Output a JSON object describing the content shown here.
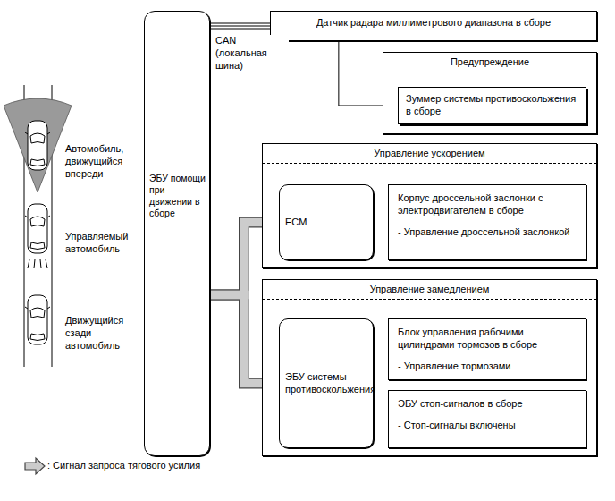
{
  "diagram": {
    "nodes": [
      {
        "text": [
          "Датчик радара миллиметрового диапазона в сборе"
        ]
      },
      {
        "text": [
          "Предупреждение"
        ]
      },
      {
        "text": [
          "Зуммер системы противоскольжения в сборе"
        ],
        "in": 1
      },
      {
        "text": [
          "ЭБУ помощи при движении в сборе"
        ]
      },
      {
        "text": [
          "Управление ускорением"
        ]
      },
      {
        "text": [
          "ECM"
        ],
        "in": 4
      },
      {
        "text": [
          "Корпус дроссельной заслонки с электродвигателем в сборе",
          "- Управление дроссельной заслонкой"
        ],
        "in": 4
      },
      {
        "text": [
          "Управление замедлением"
        ]
      },
      {
        "text": [
          "ЭБУ системы противоскольжения"
        ],
        "in": 7
      },
      {
        "text": [
          "Блок управления рабочими цилиндрами тормозов в сборе",
          "- Управление тормозами"
        ],
        "in": 7
      },
      {
        "text": [
          "ЭБУ стоп-сигналов в сборе",
          "- Стоп-сигналы включены"
        ],
        "in": 7
      }
    ],
    "edges": [
      {
        "from": 3,
        "to": 0,
        "arrow": "none",
        "label": "CAN (локальная шина)"
      },
      {
        "from": 0,
        "to": 2,
        "arrow": "to"
      },
      {
        "from": 3,
        "to": 5,
        "arrow": "to"
      },
      {
        "from": 3,
        "to": 8,
        "arrow": "to"
      },
      {
        "from": 5,
        "to": 6,
        "arrow": "to"
      },
      {
        "from": 8,
        "to": 9,
        "arrow": "to"
      },
      {
        "from": 8,
        "to": 10,
        "arrow": "to"
      }
    ],
    "labels": [
      "Автомобиль, движущийся впереди",
      "Управляемый автомобиль",
      "Движущийся сзади автомобиль"
    ],
    "legend": [
      {
        "text": ": Сигнал запроса тягового усилия"
      }
    ]
  }
}
